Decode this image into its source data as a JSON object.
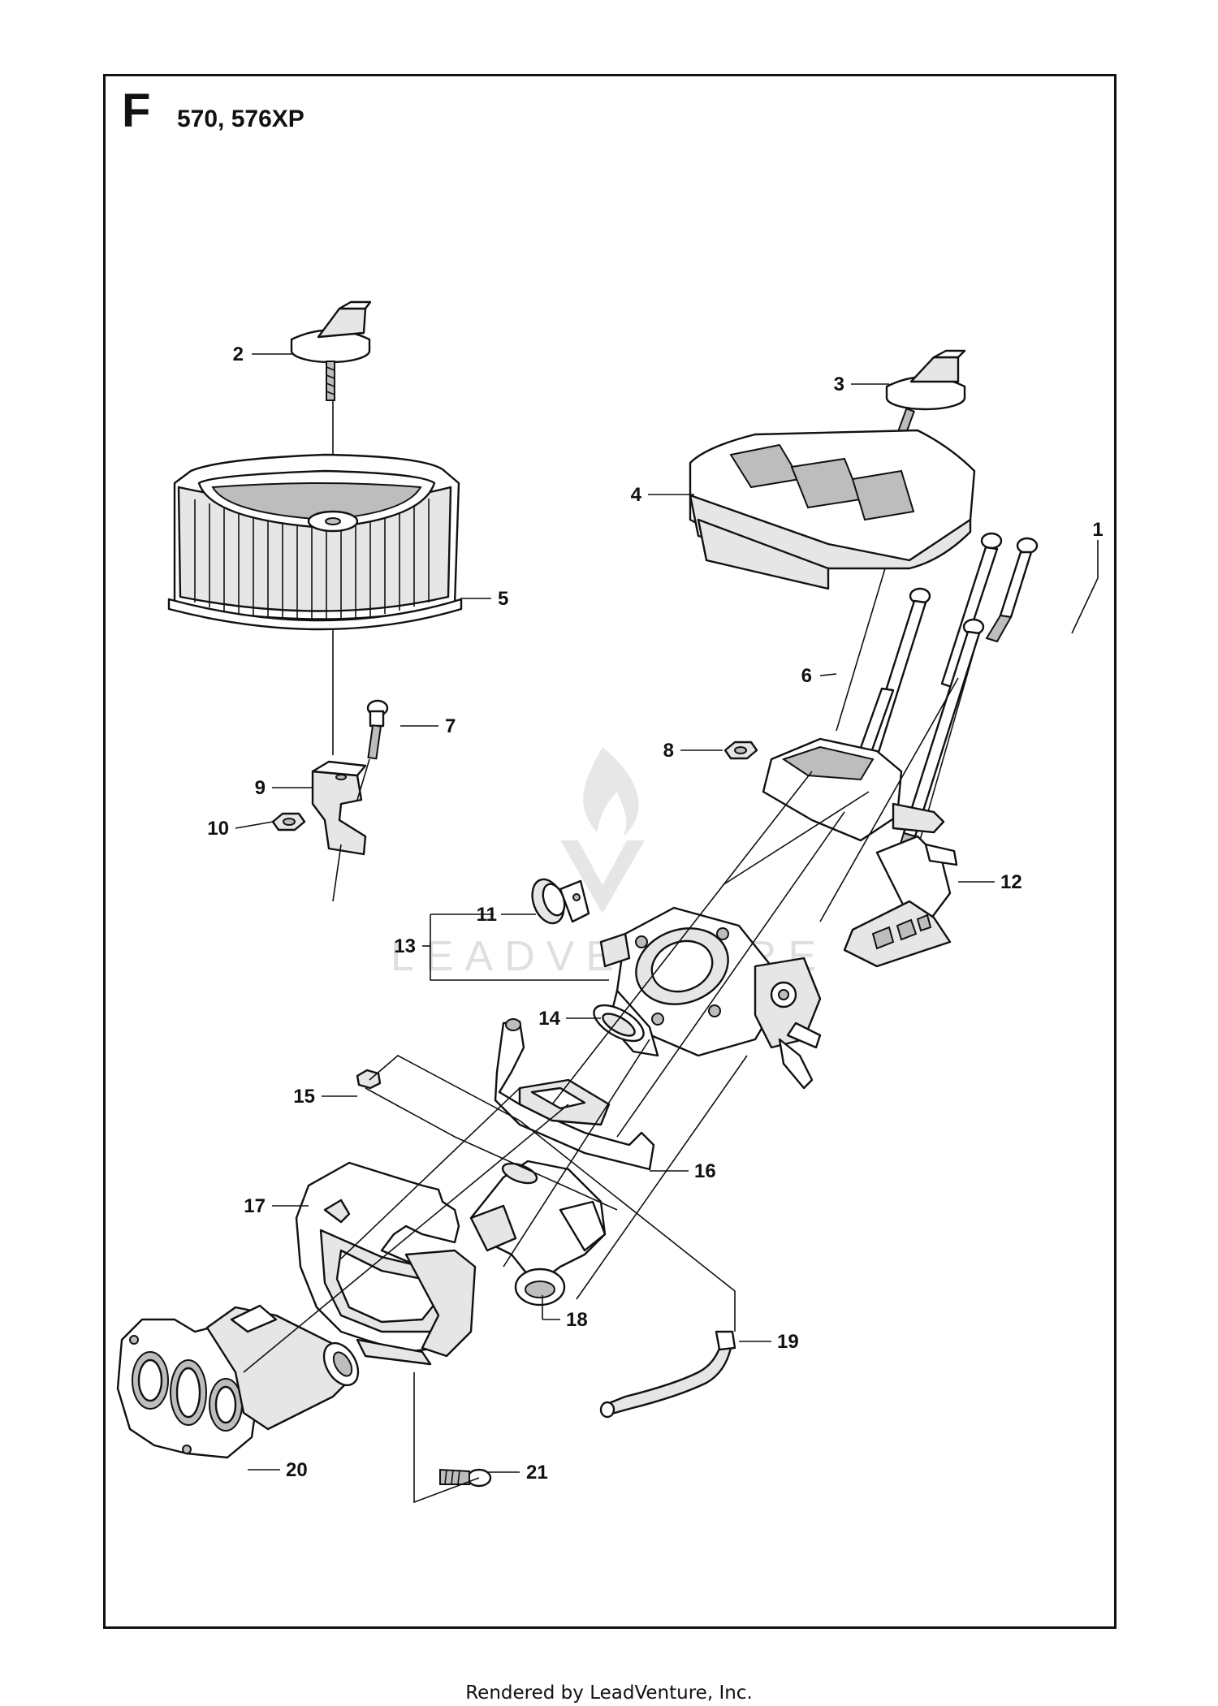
{
  "sheet": {
    "letter": "F",
    "models": "570, 576XP"
  },
  "watermark": "LEADVENTURE",
  "footer": "Rendered by LeadVenture, Inc.",
  "callouts": [
    {
      "id": "1",
      "label": "1"
    },
    {
      "id": "2",
      "label": "2"
    },
    {
      "id": "3",
      "label": "3"
    },
    {
      "id": "4",
      "label": "4"
    },
    {
      "id": "5",
      "label": "5"
    },
    {
      "id": "6",
      "label": "6"
    },
    {
      "id": "7",
      "label": "7"
    },
    {
      "id": "8",
      "label": "8"
    },
    {
      "id": "9",
      "label": "9"
    },
    {
      "id": "10",
      "label": "10"
    },
    {
      "id": "11",
      "label": "11"
    },
    {
      "id": "12",
      "label": "12"
    },
    {
      "id": "13",
      "label": "13"
    },
    {
      "id": "14",
      "label": "14"
    },
    {
      "id": "15",
      "label": "15"
    },
    {
      "id": "16",
      "label": "16"
    },
    {
      "id": "17",
      "label": "17"
    },
    {
      "id": "18",
      "label": "18"
    },
    {
      "id": "19",
      "label": "19"
    },
    {
      "id": "20",
      "label": "20"
    },
    {
      "id": "21",
      "label": "21"
    }
  ]
}
